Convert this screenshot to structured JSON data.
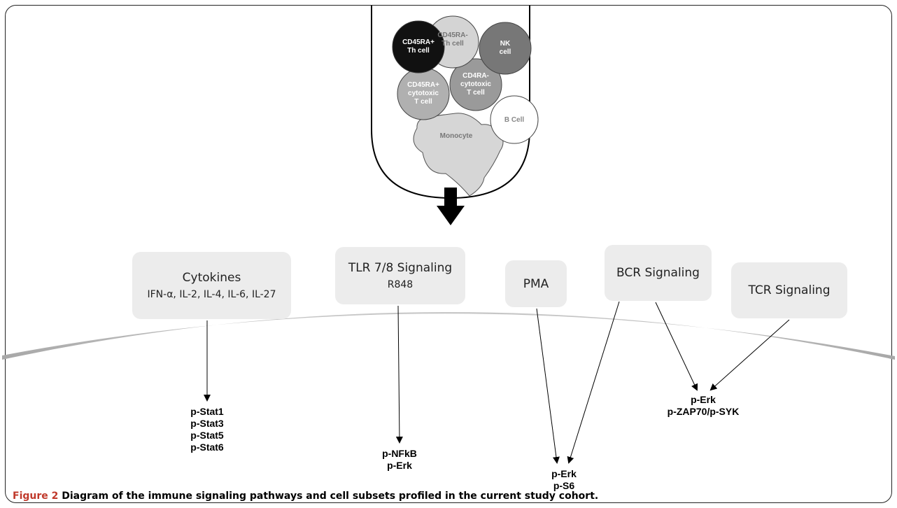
{
  "cells": {
    "cd45ra_pos_th": [
      "CD45RA+",
      "Th cell"
    ],
    "cd45ra_neg_th": [
      "CD45RA-",
      "Th cell"
    ],
    "nk": [
      "NK",
      "cell"
    ],
    "cd45ra_pos_cytotoxic": [
      "CD45RA+",
      "cytotoxic",
      "T cell"
    ],
    "cd4ra_neg_cytotoxic": [
      "CD4RA-",
      "cytotoxic",
      "T cell"
    ],
    "b_cell": [
      "B Cell"
    ],
    "monocyte": [
      "Monocyte"
    ]
  },
  "stimuli": {
    "cytokines": {
      "title": "Cytokines",
      "sub": "IFN-α, IL-2, IL-4, IL-6, IL-27"
    },
    "tlr": {
      "title": "TLR 7/8 Signaling",
      "sub": "R848"
    },
    "pma": {
      "title": "PMA"
    },
    "bcr": {
      "title": "BCR  Signaling"
    },
    "tcr": {
      "title": "TCR  Signaling"
    }
  },
  "readouts": {
    "stat": [
      "p-Stat1",
      "p-Stat3",
      "p-Stat5",
      "p-Stat6"
    ],
    "nfkb": [
      "p-NFkB",
      "p-Erk"
    ],
    "erk_s6": [
      "p-Erk",
      "p-S6"
    ],
    "erk_zap": [
      "p-Erk",
      "p-ZAP70/p-SYK"
    ]
  },
  "caption": {
    "label": "Figure 2",
    "text": " Diagram of the immune signaling pathways and cell subsets profiled in the current study cohort."
  }
}
